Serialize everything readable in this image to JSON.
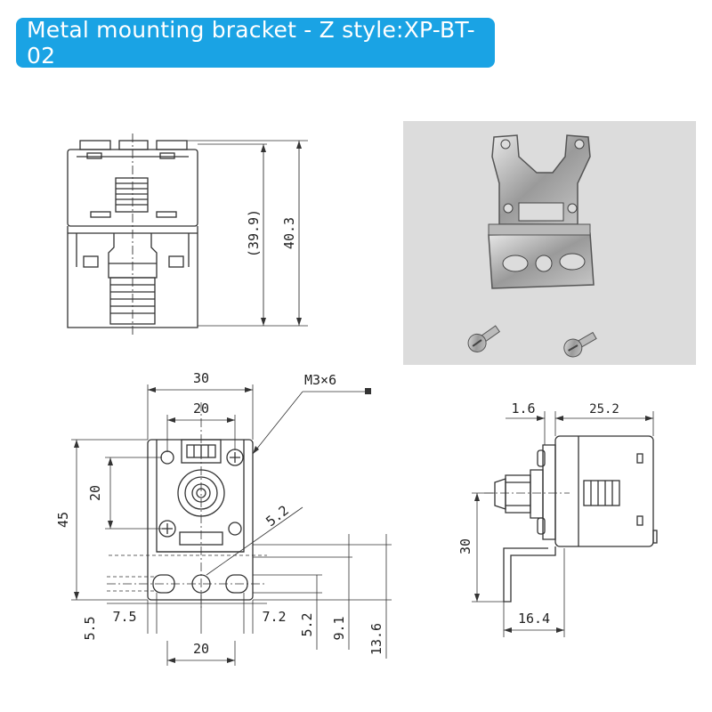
{
  "banner": {
    "title": "Metal mounting bracket - Z style:XP-BT-02",
    "color": "#1aa3e4"
  },
  "front_view": {
    "dim_inner": "(39.9)",
    "dim_outer": "40.3"
  },
  "bottom_view": {
    "dim_30": "30",
    "dim_20_top": "20",
    "callout": "M3×6",
    "dim_45": "45",
    "dim_20_left": "20",
    "dim_5_2_angle": "5.2",
    "dim_5_5": "5.5",
    "dim_7_5": "7.5",
    "dim_7_2": "7.2",
    "dim_5_2": "5.2",
    "dim_9_1": "9.1",
    "dim_13_6": "13.6",
    "dim_20_bottom": "20"
  },
  "side_view": {
    "dim_1_6": "1.6",
    "dim_25_2": "25.2",
    "dim_30": "30",
    "dim_16_4": "16.4"
  },
  "photo": {
    "icon": "bracket-photo-icon",
    "background": "#dcdcdc"
  }
}
